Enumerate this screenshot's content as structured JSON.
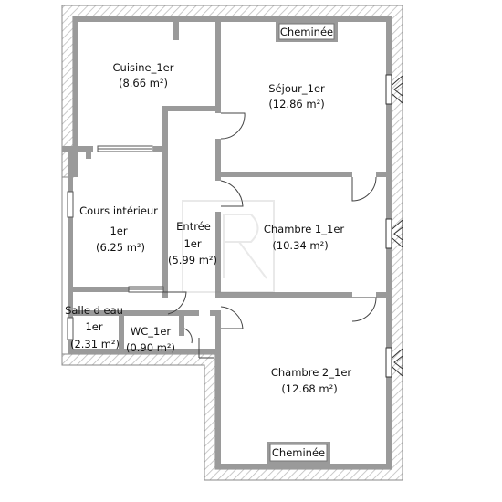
{
  "rooms": {
    "cuisine": {
      "name": "Cuisine_1er",
      "area": "(8.66 m²)"
    },
    "sejour": {
      "name": "Séjour_1er",
      "area": "(12.86 m²)"
    },
    "cours": {
      "line1": "Cours intérieur",
      "line2": "1er",
      "area": "(6.25 m²)"
    },
    "entree": {
      "line1": "Entrée",
      "line2": "1er",
      "area": "(5.99 m²)"
    },
    "chambre1": {
      "name": "Chambre 1_1er",
      "area": "(10.34 m²)"
    },
    "salle_eau": {
      "line1": "Salle d eau",
      "line2": "1er",
      "area": "(2.31 m²)"
    },
    "wc": {
      "name": "WC_1er",
      "area": "(0.90 m²)"
    },
    "chambre2": {
      "name": "Chambre 2_1er",
      "area": "(12.68 m²)"
    }
  },
  "fireplaces": {
    "top": "Cheminée",
    "bottom": "Cheminée"
  },
  "colors": {
    "wall": "#9a9a9a",
    "hatch": "#c8c8c8",
    "background": "#ffffff"
  }
}
